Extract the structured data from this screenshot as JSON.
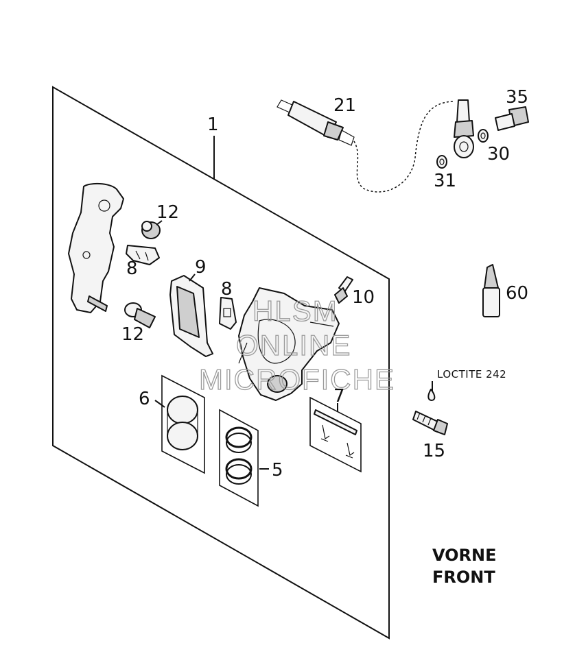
{
  "diagram": {
    "callouts": [
      "1",
      "21",
      "35",
      "30",
      "31",
      "12",
      "8",
      "9",
      "8",
      "10",
      "60",
      "12",
      "6",
      "7",
      "15",
      "5"
    ],
    "note_loctite": "LOCTITE 242",
    "direction_de": "VORNE",
    "direction_en": "FRONT",
    "watermark_lines": [
      "HLSM",
      "ONLINE",
      "MICROFICHE"
    ]
  }
}
